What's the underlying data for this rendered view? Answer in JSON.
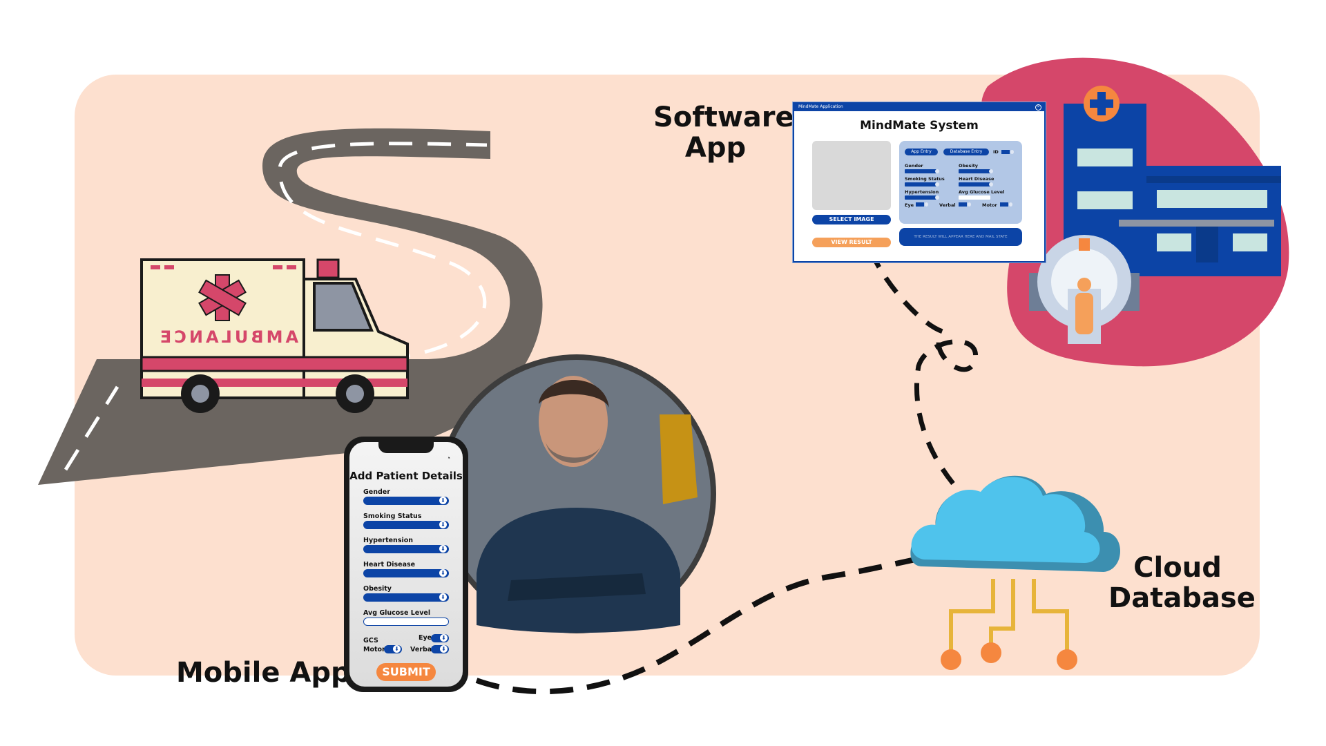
{
  "labels": {
    "software_app": "Software App",
    "mobile_app": "Mobile App",
    "cloud_database": "Cloud Database",
    "ambulance": "AMBULANCE"
  },
  "software": {
    "window_title": "MindMate Application",
    "title": "MindMate System",
    "select_image": "SELECT IMAGE",
    "view_result": "VIEW RESULT",
    "app_entry": "App Entry",
    "database_entry": "Database Entry",
    "id_label": "ID",
    "fields": {
      "gender": "Gender",
      "obesity": "Obesity",
      "smoking": "Smoking Status",
      "heart": "Heart Disease",
      "hypertension": "Hypertension",
      "glucose": "Avg Glucose Level",
      "eye": "Eye",
      "verbal": "Verbal",
      "motor": "Motor"
    },
    "result_text": "THE RESULT WILL APPEAR HERE AND MAIL STATE"
  },
  "mobile": {
    "title": "Add Patient Details",
    "fields": {
      "gender": "Gender",
      "smoking": "Smoking Status",
      "hypertension": "Hypertension",
      "heart": "Heart Disease",
      "obesity": "Obesity",
      "glucose": "Avg Glucose Level",
      "gcs": "GCS",
      "eye": "Eye",
      "motor": "Motor",
      "verbal": "Verbal"
    },
    "submit": "SUBMIT"
  },
  "colors": {
    "background_panel": "#fde0cf",
    "brand_blue": "#0c44a6",
    "accent_orange": "#f5873f",
    "hospital_blob": "#d5476a",
    "cloud": "#4fc3ec",
    "road": "#6b6560"
  },
  "icons": [
    "ambulance-icon",
    "road-icon",
    "paramedic-photo",
    "hospital-icon",
    "mri-scanner-icon",
    "cloud-database-icon",
    "smartphone-icon"
  ]
}
